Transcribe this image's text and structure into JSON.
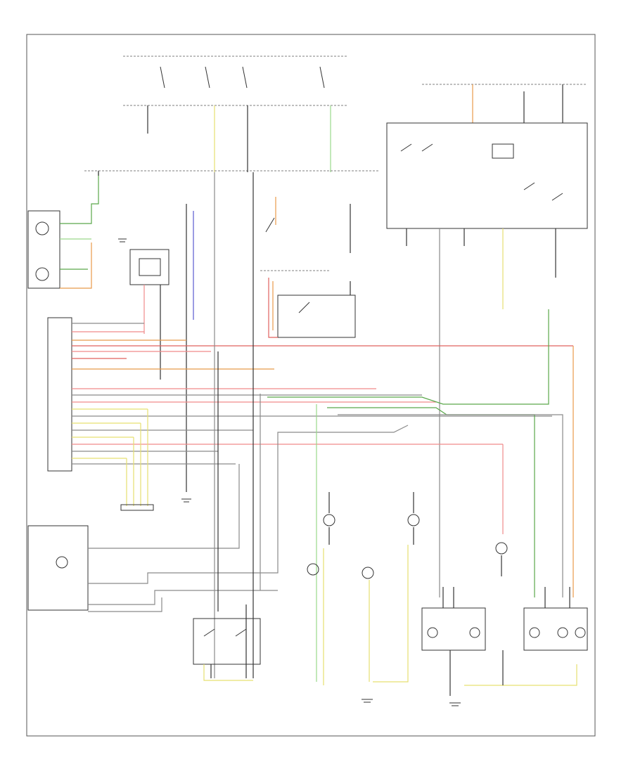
{
  "diagram": {
    "footer_code": "",
    "colors": {
      "black": "#333333",
      "gray": "#8a8a8a",
      "blue": "#5a5ad0",
      "red": "#e0605e",
      "pink": "#f08a8a",
      "orange": "#e89a4a",
      "yellow": "#e6e070",
      "green": "#5aa84a",
      "light_green": "#9ad88a"
    },
    "icons": [
      "ground-symbol",
      "lamp-symbol",
      "switch-symbol",
      "connector-symbol"
    ]
  }
}
